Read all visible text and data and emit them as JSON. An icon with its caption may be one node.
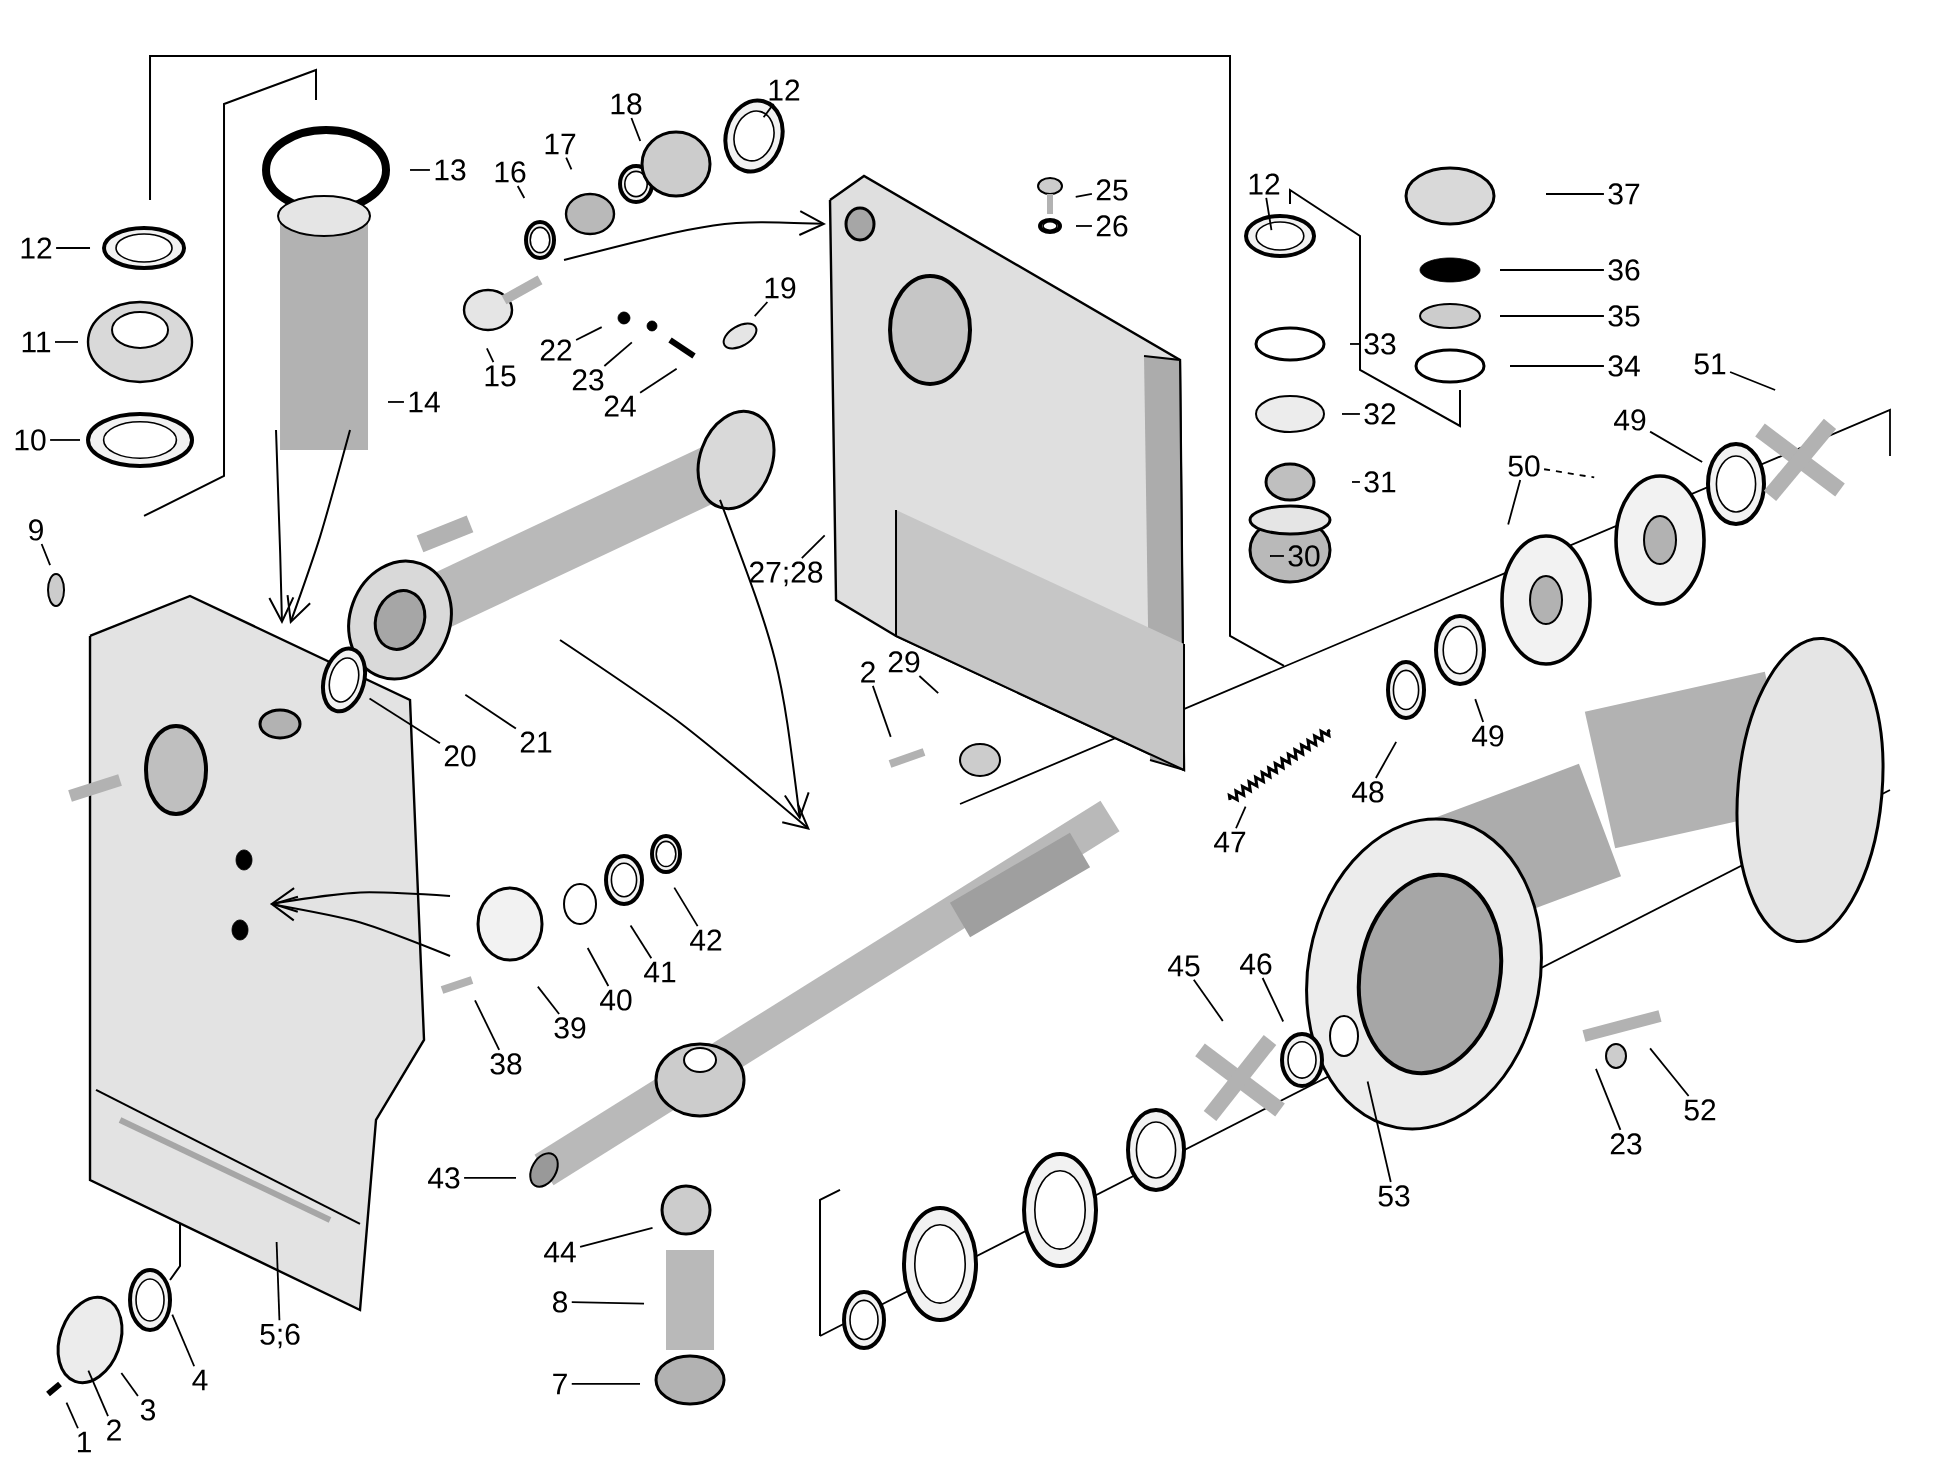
{
  "diagram": {
    "nodes": [
      {
        "text": [
          "12"
        ]
      },
      {
        "text": [
          "18"
        ]
      },
      {
        "text": [
          "13"
        ]
      },
      {
        "text": [
          "17"
        ]
      },
      {
        "text": [
          "16"
        ]
      },
      {
        "text": [
          "25"
        ]
      },
      {
        "text": [
          "12"
        ]
      },
      {
        "text": [
          "37"
        ]
      },
      {
        "text": [
          "26"
        ]
      },
      {
        "text": [
          "12"
        ]
      },
      {
        "text": [
          "36"
        ]
      },
      {
        "text": [
          "19"
        ]
      },
      {
        "text": [
          "35"
        ]
      },
      {
        "text": [
          "11"
        ]
      },
      {
        "text": [
          "22"
        ]
      },
      {
        "text": [
          "33"
        ]
      },
      {
        "text": [
          "34"
        ]
      },
      {
        "text": [
          "51"
        ]
      },
      {
        "text": [
          "15"
        ]
      },
      {
        "text": [
          "23"
        ]
      },
      {
        "text": [
          "14"
        ]
      },
      {
        "text": [
          "24"
        ]
      },
      {
        "text": [
          "32"
        ]
      },
      {
        "text": [
          "10"
        ]
      },
      {
        "text": [
          "49"
        ]
      },
      {
        "text": [
          "50"
        ]
      },
      {
        "text": [
          "31"
        ]
      },
      {
        "text": [
          "9"
        ]
      },
      {
        "text": [
          "30"
        ]
      },
      {
        "text": [
          "27;28"
        ]
      },
      {
        "text": [
          "2"
        ]
      },
      {
        "text": [
          "29"
        ]
      },
      {
        "text": [
          "21"
        ]
      },
      {
        "text": [
          "20"
        ]
      },
      {
        "text": [
          "48"
        ]
      },
      {
        "text": [
          "49"
        ]
      },
      {
        "text": [
          "47"
        ]
      },
      {
        "text": [
          "42"
        ]
      },
      {
        "text": [
          "41"
        ]
      },
      {
        "text": [
          "40"
        ]
      },
      {
        "text": [
          "46"
        ]
      },
      {
        "text": [
          "45"
        ]
      },
      {
        "text": [
          "39"
        ]
      },
      {
        "text": [
          "38"
        ]
      },
      {
        "text": [
          "52"
        ]
      },
      {
        "text": [
          "23"
        ]
      },
      {
        "text": [
          "43"
        ]
      },
      {
        "text": [
          "53"
        ]
      },
      {
        "text": [
          "44"
        ]
      },
      {
        "text": [
          "8"
        ]
      },
      {
        "text": [
          "5;6"
        ]
      },
      {
        "text": [
          "4"
        ]
      },
      {
        "text": [
          "7"
        ]
      },
      {
        "text": [
          "3"
        ]
      },
      {
        "text": [
          "2"
        ]
      },
      {
        "text": [
          "1"
        ]
      }
    ],
    "edges": [
      {
        "from": 0,
        "to": null,
        "arrow": "none"
      },
      {
        "from": 1,
        "to": null,
        "arrow": "none"
      },
      {
        "from": 2,
        "to": null,
        "arrow": "none"
      },
      {
        "from": 3,
        "to": null,
        "arrow": "none"
      },
      {
        "from": 4,
        "to": null,
        "arrow": "none"
      },
      {
        "from": 5,
        "to": null,
        "arrow": "none"
      },
      {
        "from": 6,
        "to": null,
        "arrow": "none"
      },
      {
        "from": 7,
        "to": null,
        "arrow": "none"
      },
      {
        "from": 8,
        "to": null,
        "arrow": "none"
      },
      {
        "from": 9,
        "to": null,
        "arrow": "none"
      },
      {
        "from": 10,
        "to": null,
        "arrow": "none"
      },
      {
        "from": 11,
        "to": null,
        "arrow": "none"
      },
      {
        "from": 12,
        "to": null,
        "arrow": "none"
      },
      {
        "from": 13,
        "to": null,
        "arrow": "none"
      },
      {
        "from": 14,
        "to": null,
        "arrow": "none"
      },
      {
        "from": 15,
        "to": null,
        "arrow": "none"
      },
      {
        "from": 16,
        "to": null,
        "arrow": "none"
      },
      {
        "from": 17,
        "to": null,
        "arrow": "none"
      },
      {
        "from": 18,
        "to": null,
        "arrow": "none"
      },
      {
        "from": 19,
        "to": null,
        "arrow": "none"
      },
      {
        "from": 20,
        "to": null,
        "arrow": "none"
      },
      {
        "from": 21,
        "to": null,
        "arrow": "none"
      },
      {
        "from": 22,
        "to": null,
        "arrow": "none"
      },
      {
        "from": 23,
        "to": null,
        "arrow": "none"
      },
      {
        "from": 24,
        "to": null,
        "arrow": "none"
      },
      {
        "from": 25,
        "to": null,
        "arrow": "none"
      },
      {
        "from": 25,
        "to": null,
        "arrow": "none",
        "style": "dashed"
      },
      {
        "from": 26,
        "to": null,
        "arrow": "none"
      },
      {
        "from": 27,
        "to": null,
        "arrow": "none"
      },
      {
        "from": 28,
        "to": null,
        "arrow": "none"
      },
      {
        "from": 29,
        "to": null,
        "arrow": "none"
      },
      {
        "from": 30,
        "to": null,
        "arrow": "none"
      },
      {
        "from": 31,
        "to": null,
        "arrow": "none"
      },
      {
        "from": 32,
        "to": null,
        "arrow": "none"
      },
      {
        "from": 33,
        "to": null,
        "arrow": "none"
      },
      {
        "from": 34,
        "to": null,
        "arrow": "none"
      },
      {
        "from": 35,
        "to": null,
        "arrow": "none"
      },
      {
        "from": 36,
        "to": null,
        "arrow": "none"
      },
      {
        "from": 37,
        "to": null,
        "arrow": "none"
      },
      {
        "from": 38,
        "to": null,
        "arrow": "none"
      },
      {
        "from": 39,
        "to": null,
        "arrow": "none"
      },
      {
        "from": 40,
        "to": null,
        "arrow": "none"
      },
      {
        "from": 41,
        "to": null,
        "arrow": "none"
      },
      {
        "from": 42,
        "to": null,
        "arrow": "none"
      },
      {
        "from": 43,
        "to": null,
        "arrow": "none"
      },
      {
        "from": 44,
        "to": null,
        "arrow": "none"
      },
      {
        "from": 45,
        "to": null,
        "arrow": "none"
      },
      {
        "from": 46,
        "to": null,
        "arrow": "none"
      },
      {
        "from": 47,
        "to": null,
        "arrow": "none"
      },
      {
        "from": 48,
        "to": null,
        "arrow": "none"
      },
      {
        "from": 49,
        "to": null,
        "arrow": "none"
      },
      {
        "from": 50,
        "to": null,
        "arrow": "none"
      },
      {
        "from": 51,
        "to": null,
        "arrow": "none"
      },
      {
        "from": 52,
        "to": null,
        "arrow": "none"
      },
      {
        "from": 53,
        "to": null,
        "arrow": "none"
      },
      {
        "from": 54,
        "to": null,
        "arrow": "none"
      },
      {
        "from": 55,
        "to": null,
        "arrow": "none"
      }
    ]
  }
}
